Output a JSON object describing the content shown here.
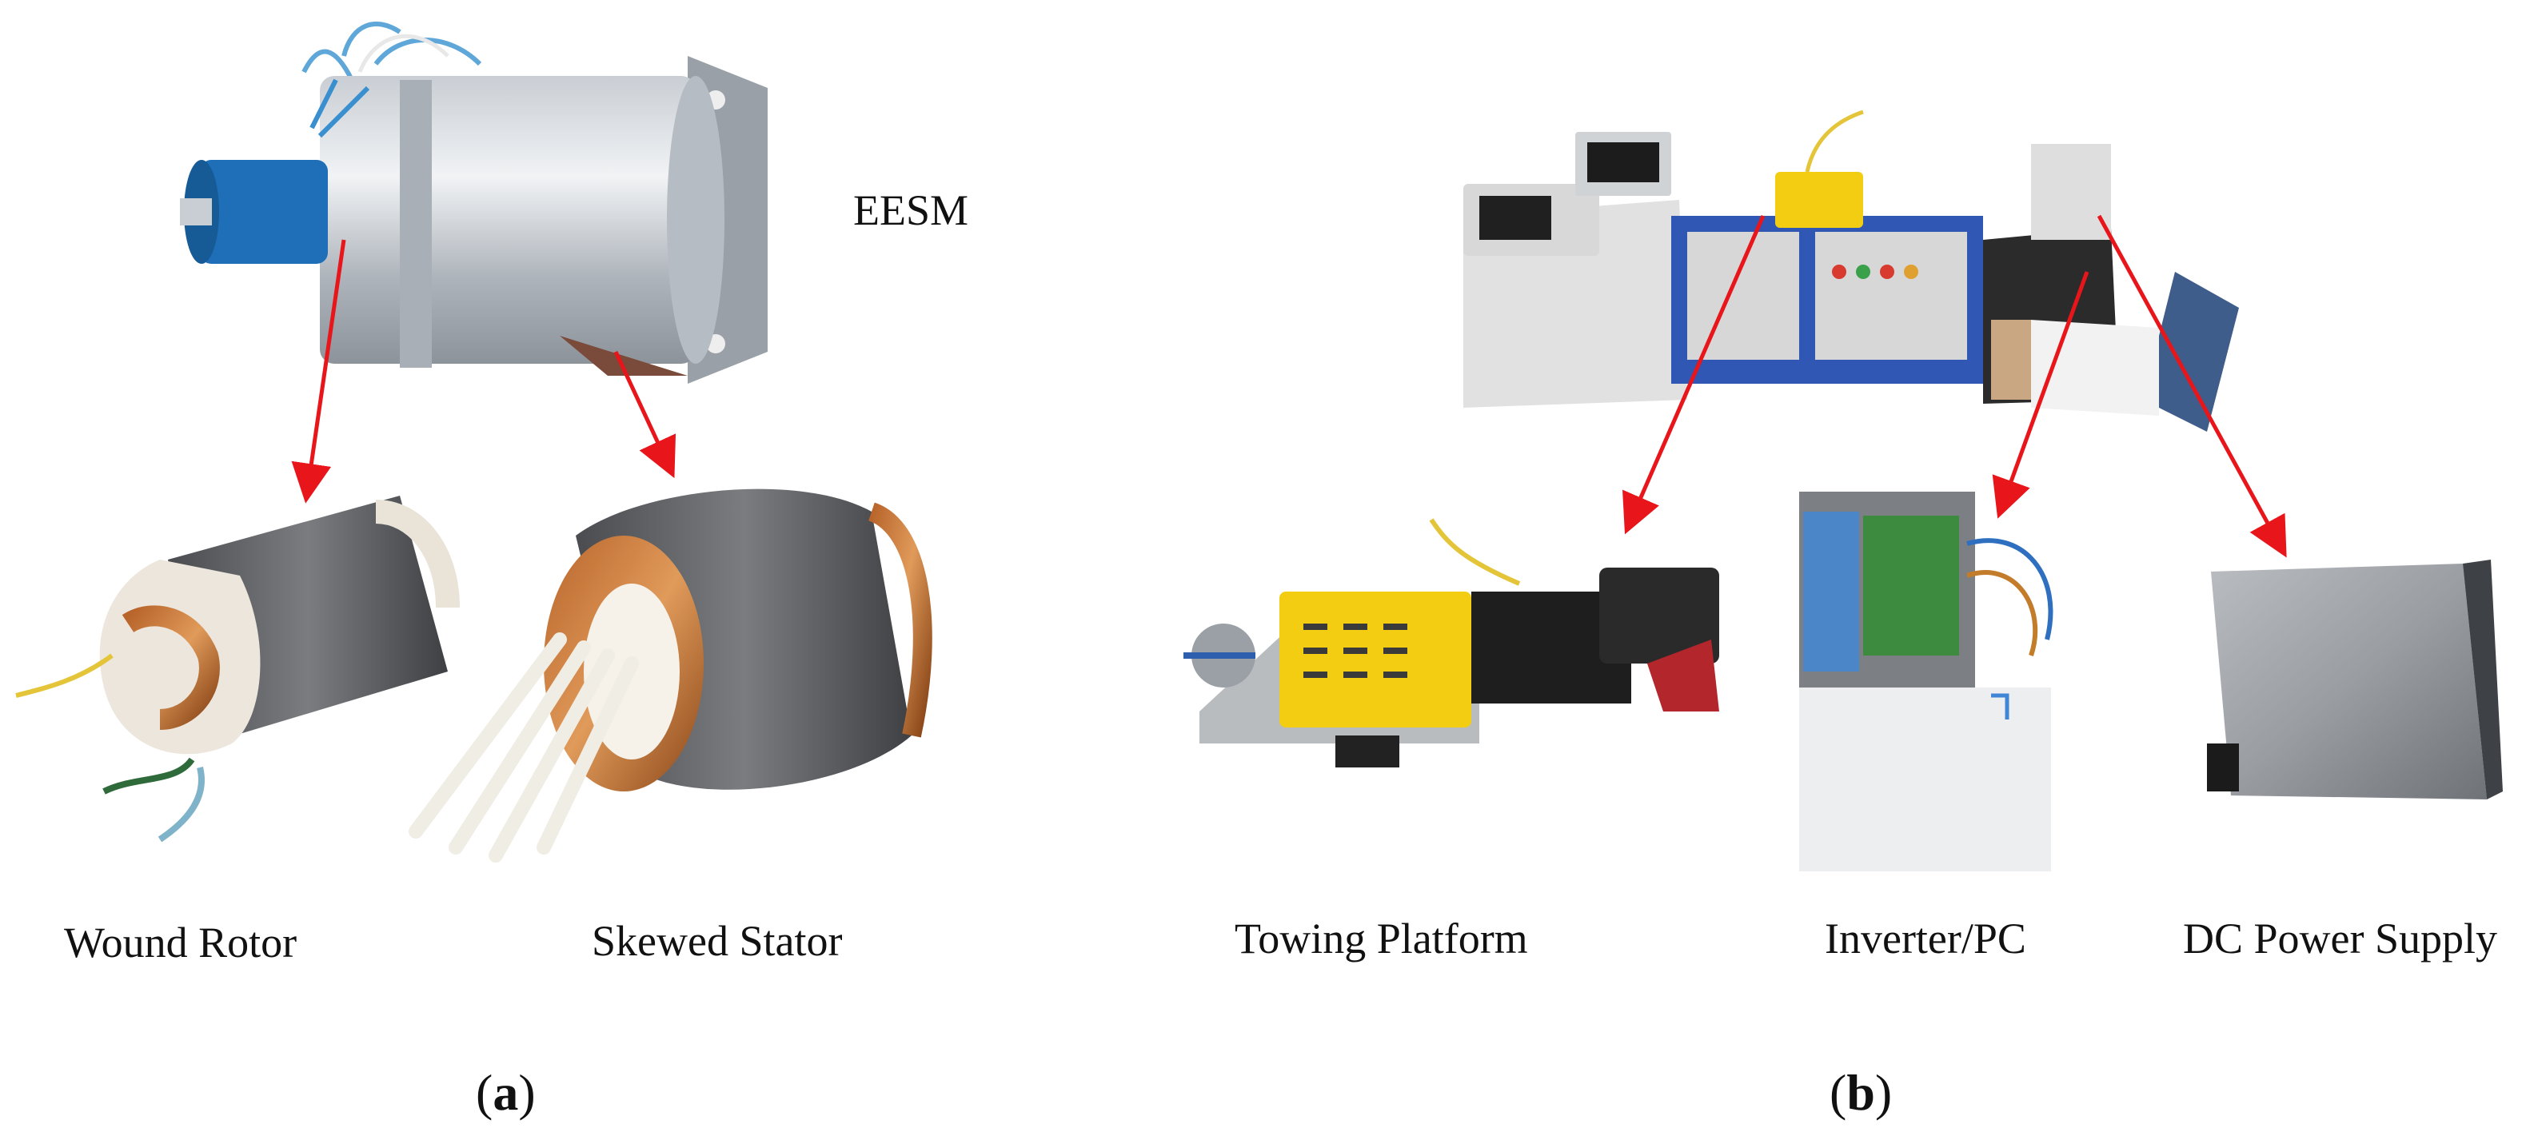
{
  "panel_a": {
    "tag_open": "(",
    "tag_letter": "a",
    "tag_close": ")",
    "labels": {
      "eesm": "EESM",
      "wound_rotor": "Wound Rotor",
      "skewed_stator": "Skewed Stator"
    }
  },
  "panel_b": {
    "tag_open": "(",
    "tag_letter": "b",
    "tag_close": ")",
    "labels": {
      "towing_platform": "Towing Platform",
      "inverter_pc": "Inverter/PC",
      "dc_power_supply": "DC Power Supply"
    }
  },
  "colors": {
    "arrow": "#e8161b",
    "text": "#111111",
    "background": "#ffffff"
  }
}
